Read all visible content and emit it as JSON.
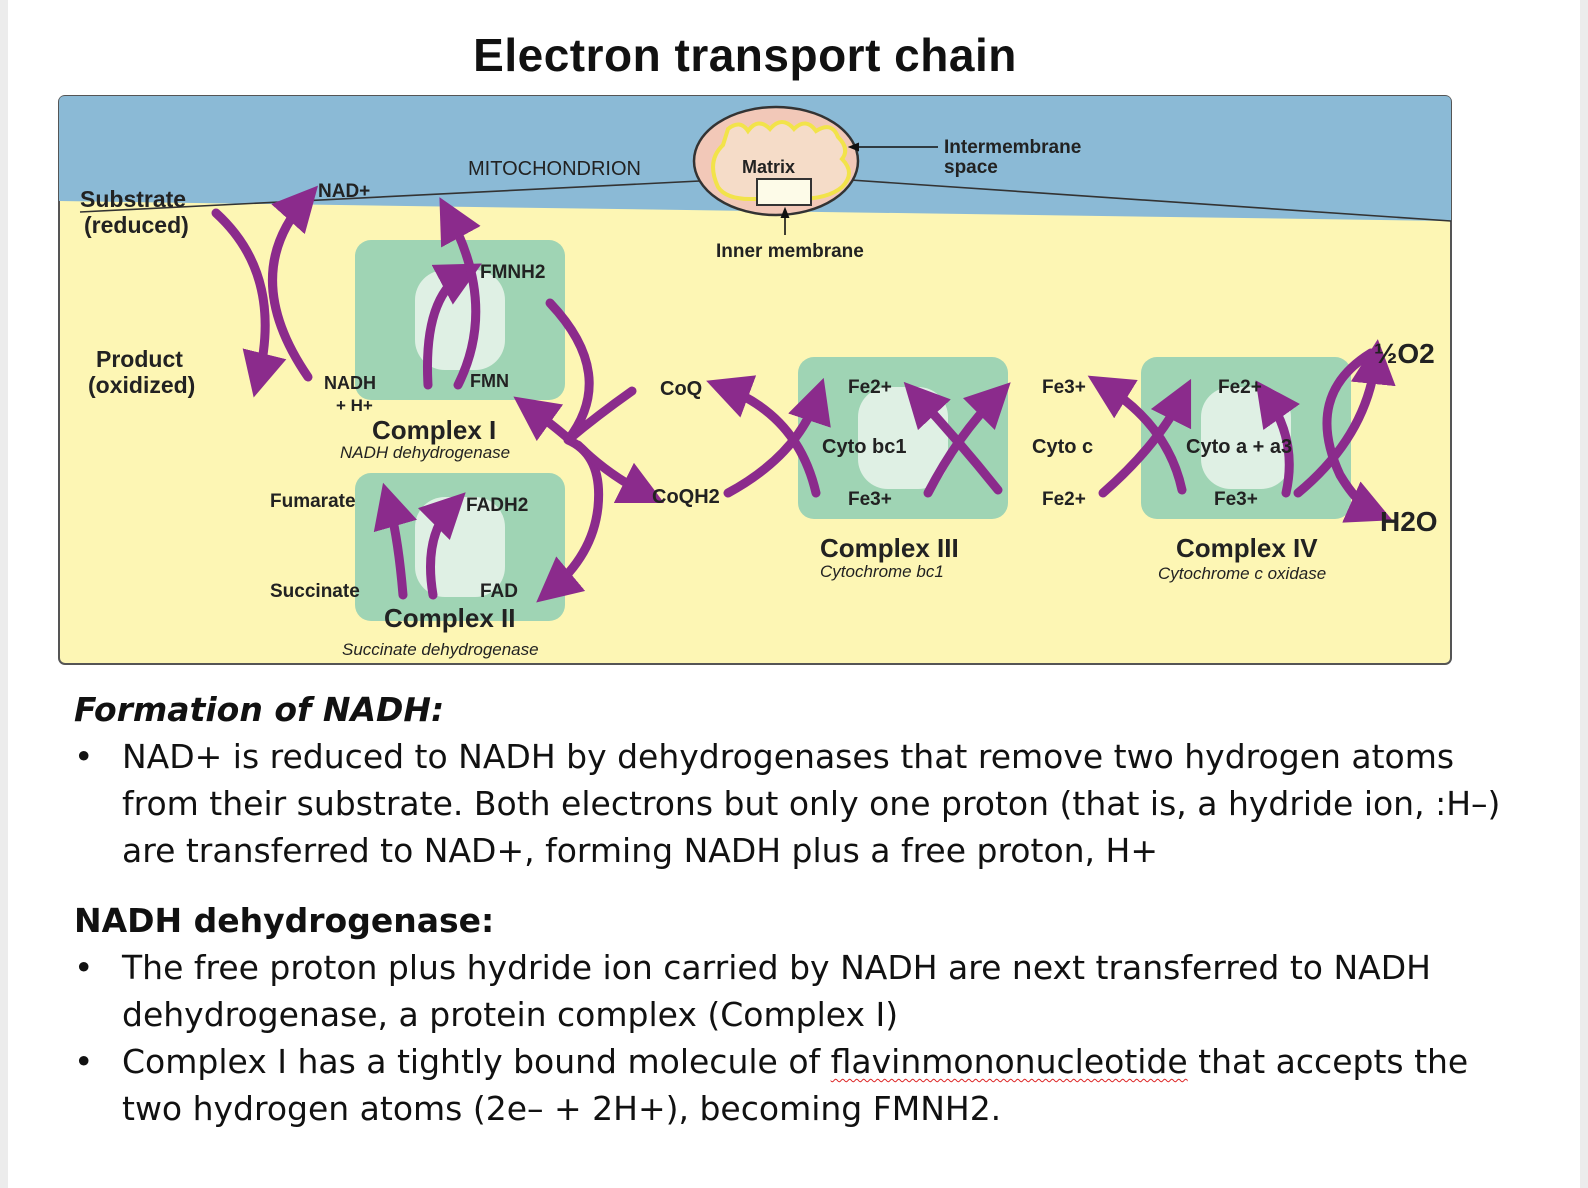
{
  "title": "Electron transport chain",
  "diagram": {
    "mitochondrion_label": "MITOCHONDRION",
    "matrix_label": "Matrix",
    "intermembrane_space_label": [
      "Intermembrane",
      "space"
    ],
    "inner_membrane_label": "Inner membrane",
    "substrate_label": [
      "Substrate",
      "(reduced)"
    ],
    "product_label": [
      "Product",
      "(oxidized)"
    ],
    "nad_plus": "NAD+",
    "nadh": "NADH",
    "h_plus": "+ H+",
    "fmnh2": "FMNH2",
    "fmn": "FMN",
    "complex_1": {
      "name": "Complex I",
      "enzyme": "NADH dehydrogenase"
    },
    "fumarate": "Fumarate",
    "succinate": "Succinate",
    "fadh2": "FADH2",
    "fad": "FAD",
    "complex_2": {
      "name": "Complex II",
      "enzyme": "Succinate dehydrogenase"
    },
    "coq": "CoQ",
    "coqh2": "CoQH2",
    "complex_3": {
      "name": "Complex III",
      "enzyme": "Cytochrome bc1",
      "center": "Cyto bc1",
      "top": "Fe2+",
      "bottom": "Fe3+"
    },
    "cyto_c": {
      "label": "Cyto c",
      "top": "Fe3+",
      "bottom": "Fe2+"
    },
    "complex_4": {
      "name": "Complex IV",
      "enzyme": "Cytochrome c oxidase",
      "center": "Cyto a + a3",
      "top": "Fe2+",
      "bottom": "Fe3+"
    },
    "o2": "½O2",
    "h2o": "H2O",
    "colors": {
      "space": "#8bbad6",
      "matrix": "#fdf6b4",
      "complex": "#9fd4b4",
      "arrow": "#8b2b8c"
    }
  },
  "section1": {
    "heading": "Formation of NADH:",
    "bullets": [
      "NAD+ is reduced to NADH by dehydrogenases that remove two hydrogen atoms from their substrate. Both electrons but only one proton (that is, a hydride ion, :H–) are transferred to NAD+, forming NADH plus a free proton, H+"
    ]
  },
  "section2": {
    "heading": "NADH dehydrogenase:",
    "bullet1": "The free proton plus hydride ion carried by NADH are next transferred to NADH dehydrogenase, a protein complex (Complex I)",
    "bullet2_pre": " Complex I has a tightly bound molecule of ",
    "bullet2_flagged": "flavinmononucleotide",
    "bullet2_post": " that accepts the two hydrogen atoms (2e– + 2H+), becoming FMNH2."
  }
}
